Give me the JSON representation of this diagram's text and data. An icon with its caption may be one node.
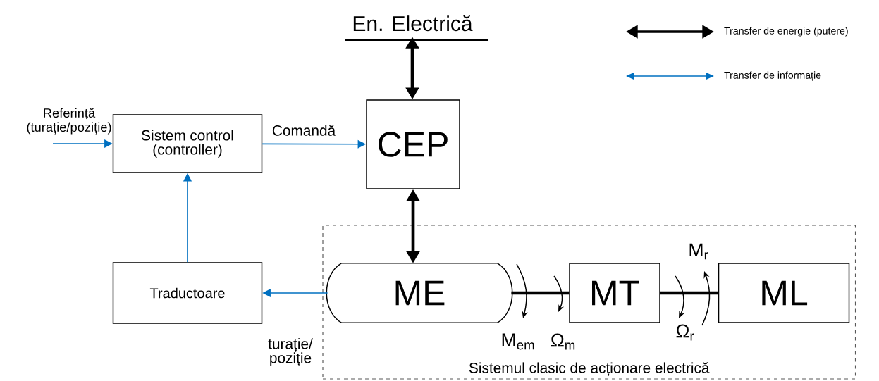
{
  "diagram": {
    "nodes": [
      {
        "text": [
          "En. Electrică"
        ]
      },
      {
        "text": [
          "Sistem control (controller)"
        ]
      },
      {
        "text": [
          "CEP"
        ]
      },
      {
        "text": [
          "Traductoare"
        ]
      },
      {
        "text": [
          "Sistemul clasic de acționare electrică"
        ]
      },
      {
        "text": [
          "ME"
        ],
        "in": 4
      },
      {
        "text": [
          "MT"
        ],
        "in": 4
      },
      {
        "text": [
          "ML"
        ],
        "in": 4
      }
    ],
    "edges": [
      {
        "from": null,
        "to": 1,
        "arrow": "to",
        "label": "Referință (turație/poziție)",
        "color": "#0070c0"
      },
      {
        "from": 1,
        "to": 2,
        "arrow": "to",
        "label": "Comandă",
        "color": "#0070c0"
      },
      {
        "from": 0,
        "to": 2,
        "arrow": "both",
        "style": "thick",
        "color": "#000000"
      },
      {
        "from": 2,
        "to": 5,
        "arrow": "both",
        "style": "thick",
        "color": "#000000"
      },
      {
        "from": 3,
        "to": 1,
        "arrow": "to",
        "color": "#0070c0"
      },
      {
        "from": 5,
        "to": 3,
        "arrow": "to",
        "label": "turație/ poziție",
        "color": "#0070c0"
      },
      {
        "from": 5,
        "to": 6,
        "arrow": "none",
        "style": "thick",
        "color": "#000000"
      },
      {
        "from": 6,
        "to": 7,
        "arrow": "none",
        "style": "thick",
        "color": "#000000"
      }
    ],
    "labels": [
      "M$_{em}$",
      "Ω$_{m}$",
      "M$_{r}$",
      "Ω$_{r}$"
    ],
    "legend": [
      {
        "text": "Transfer de energie (putere)"
      },
      {
        "text": "Transfer de informație"
      }
    ]
  }
}
